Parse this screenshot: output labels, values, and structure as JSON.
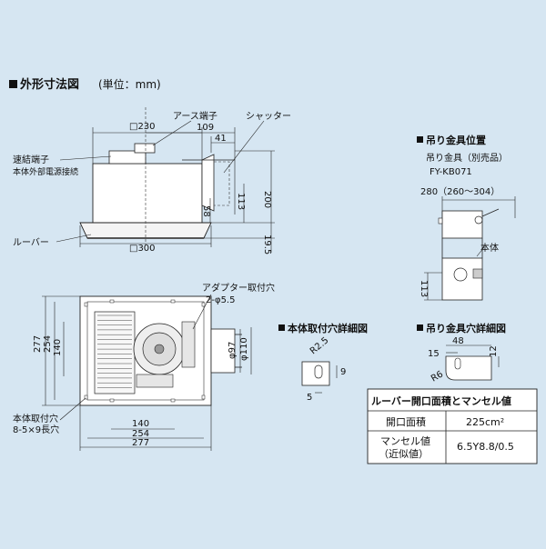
{
  "title": "外形寸法図",
  "title_unit": "(単位：mm)",
  "main": {
    "labels": {
      "earth": "アース端子",
      "shutter": "シャッター",
      "quick_connect": "速結端子",
      "external_power": "本体外部電源接続",
      "louver": "ルーバー"
    },
    "dims": {
      "top_sq": "□230",
      "d109": "109",
      "d41": "41",
      "d200": "200",
      "d113": "113",
      "d58": "58",
      "bottom_sq": "□300",
      "d19_5": "19.5"
    }
  },
  "plan": {
    "labels": {
      "adapter": "アダプター取付穴",
      "adapter_hole": "2-φ5.5",
      "mount_hole": "本体取付穴",
      "mount_hole_spec": "8-5×9長穴"
    },
    "dims": {
      "v277": "277",
      "v254": "254",
      "v140": "140",
      "h140": "140",
      "h254": "254",
      "h277": "277",
      "phi97": "φ97",
      "phi110": "φ110"
    }
  },
  "hanger_pos": {
    "title": "吊り金具位置",
    "label1": "吊り金具（別売品）",
    "label2": "FY-KB071",
    "dim": "280（260～304）",
    "body": "本体",
    "d113": "113"
  },
  "body_hole": {
    "title": "本体取付穴詳細図",
    "r": "R2.5",
    "d9": "9",
    "d5": "5"
  },
  "hanger_hole": {
    "title": "吊り金具穴詳細図",
    "d48": "48",
    "d15": "15",
    "d12": "12",
    "r6": "R6"
  },
  "table": {
    "title": "ルーバー開口面積とマンセル値",
    "rows": [
      {
        "label": "開口面積",
        "value": "225cm²"
      },
      {
        "label": "マンセル値",
        "label2": "（近似値）",
        "value": "6.5Y8.8/0.5"
      }
    ]
  }
}
